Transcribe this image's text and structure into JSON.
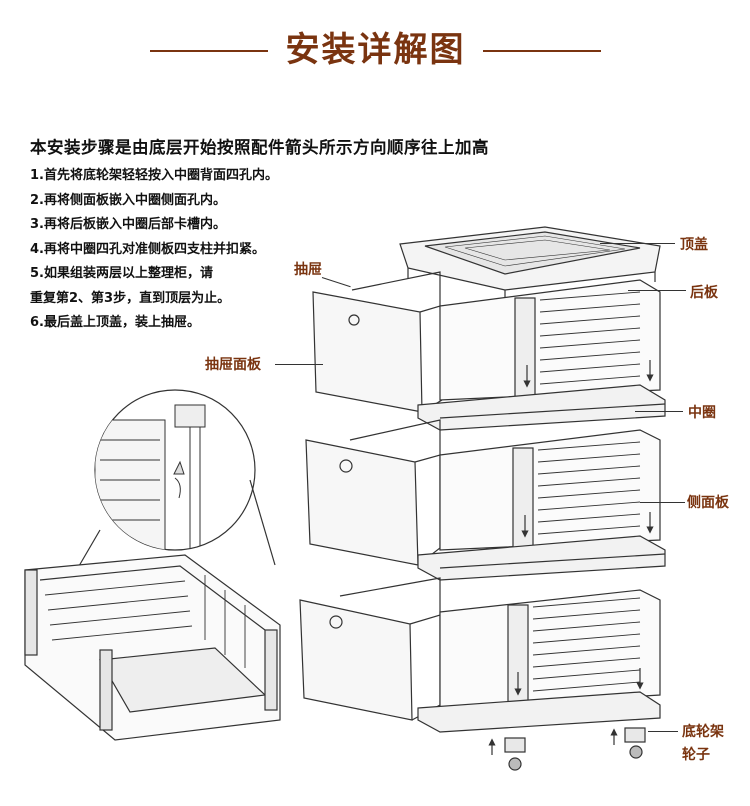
{
  "title": "安装详解图",
  "instructions": {
    "heading": "本安装步骤是由底层开始按照配件箭头所示方向顺序往上加高",
    "steps": [
      "1.首先将底轮架轻轻按入中圈背面四孔内。",
      "2.再将侧面板嵌入中圈侧面孔内。",
      "3.再将后板嵌入中圈后部卡槽内。",
      "4.再将中圈四孔对准侧板四支柱并扣紧。",
      "5.如果组装两层以上整理柜，请",
      "重复第2、第3步，直到顶层为止。",
      "6.最后盖上顶盖，装上抽屉。"
    ]
  },
  "labels": {
    "top_cover": "顶盖",
    "back_panel": "后板",
    "drawer": "抽屉",
    "drawer_panel": "抽屉面板",
    "middle_ring": "中圈",
    "side_panel": "侧面板",
    "caster_base": "底轮架",
    "wheel": "轮子"
  },
  "colors": {
    "accent": "#7a3410",
    "line": "#333333"
  }
}
